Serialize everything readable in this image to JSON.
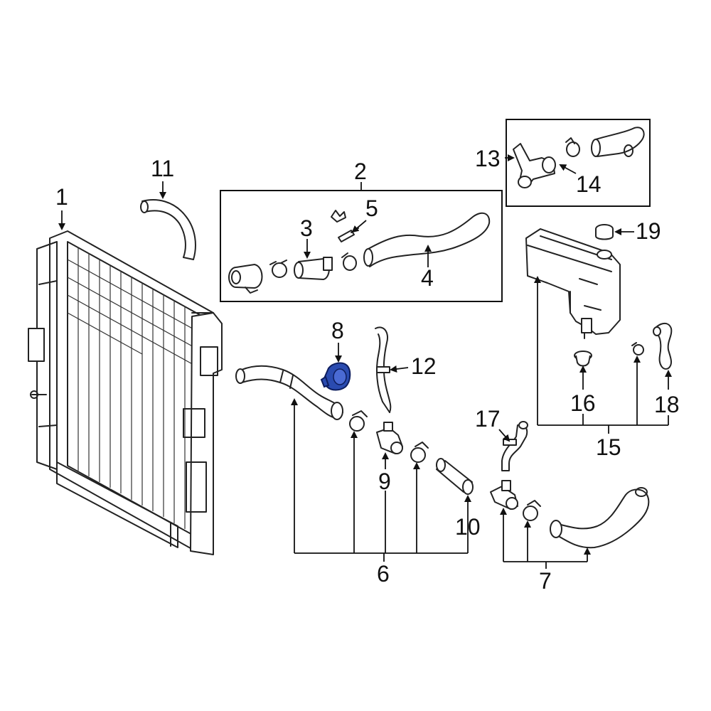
{
  "callouts": {
    "c1": "1",
    "c2": "2",
    "c3": "3",
    "c4": "4",
    "c5": "5",
    "c6": "6",
    "c7": "7",
    "c8": "8",
    "c9": "9",
    "c10": "10",
    "c11": "11",
    "c12": "12",
    "c13": "13",
    "c14": "14",
    "c15": "15",
    "c16": "16",
    "c17": "17",
    "c18": "18",
    "c19": "19"
  },
  "colors": {
    "highlight": "#2a4bb0",
    "line": "#222222",
    "background": "#ffffff"
  },
  "highlighted_part": "8"
}
